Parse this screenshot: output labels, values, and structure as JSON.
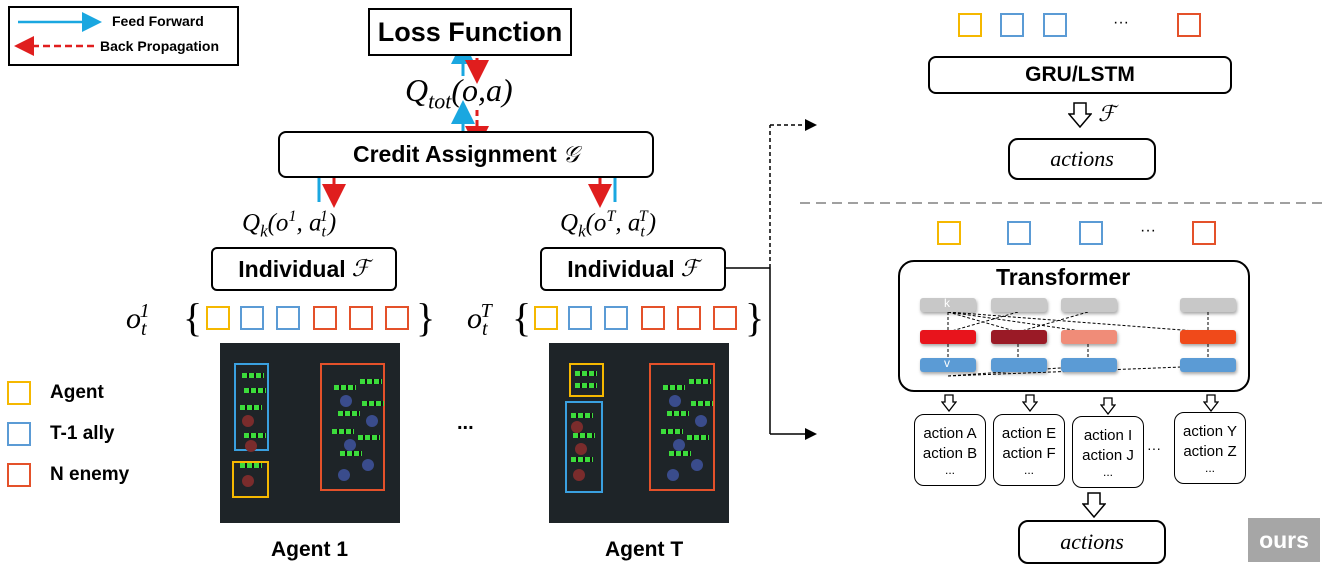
{
  "legend": {
    "feed_forward": "Feed Forward",
    "back_propagation": "Back Propagation"
  },
  "loss": "Loss Function",
  "qtot": "Q",
  "qtot_sub": "tot",
  "qtot_args": "(o,a)",
  "credit": "Credit Assignment",
  "credit_symbol": "𝒢",
  "q1": {
    "q": "Q",
    "k": "k",
    "args": "(o",
    "sup": "1",
    "mid": ", a",
    "sub": "t",
    "sup2": "1",
    "end": ")"
  },
  "qT": {
    "q": "Q",
    "k": "k",
    "args": "(o",
    "sup": "T",
    "mid": ", a",
    "sub": "t",
    "sup2": "T",
    "end": ")"
  },
  "individual": "Individual",
  "individual_symbol": "ℱ",
  "obs1": {
    "o": "o",
    "sub": "t",
    "sup": "1"
  },
  "obsT": {
    "o": "o",
    "sub": "t",
    "sup": "T"
  },
  "dots": "...",
  "agent1_label": "Agent 1",
  "agentT_label": "Agent T",
  "key": {
    "agent": "Agent",
    "ally": "T-1 ally",
    "enemy": "N enemy"
  },
  "gru": "GRU/LSTM",
  "gru_symbol": "ℱ",
  "actions": "actions",
  "token_dots": "···",
  "transformer": "Transformer",
  "k_label": "k",
  "v_label": "v",
  "action_groups": [
    [
      "action A",
      "action B",
      "..."
    ],
    [
      "action E",
      "action F",
      "..."
    ],
    [
      "action I",
      "action J",
      "..."
    ],
    [
      "action Y",
      "action Z",
      "..."
    ]
  ],
  "ours": "ours",
  "colors": {
    "agent": "#f5b800",
    "ally": "#5b9bd5",
    "enemy": "#e4512a",
    "feed": "#1aa7e0",
    "back": "#e01e1e"
  }
}
